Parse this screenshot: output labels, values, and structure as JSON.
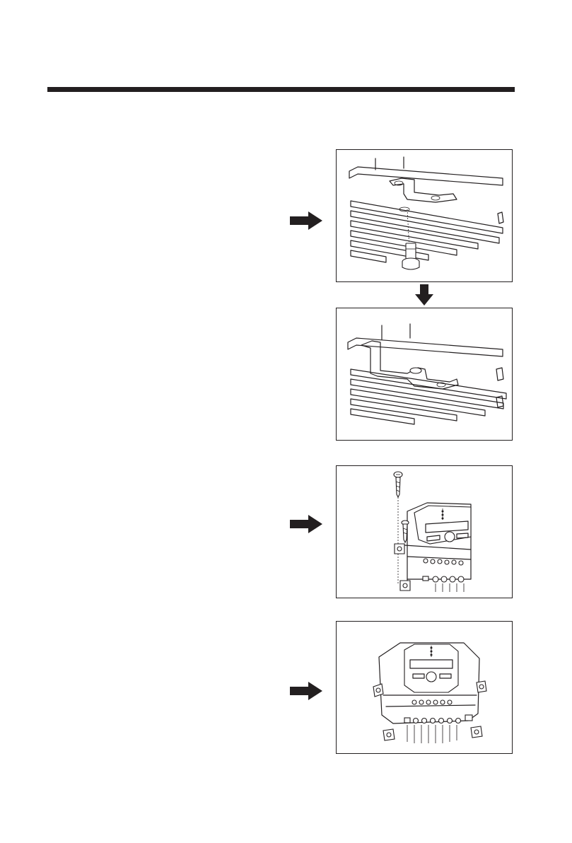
{
  "colors": {
    "ink": "#231f20",
    "background": "#ffffff"
  },
  "steps": [
    {
      "illustration": "screw-into-heatsink-bracket",
      "arrow": "right-arrow-icon"
    },
    {
      "illustration": "bracket-fastened-to-heatsink",
      "arrow": "down-arrow-icon"
    },
    {
      "illustration": "screw-mounting-controller",
      "arrow": "right-arrow-icon"
    },
    {
      "illustration": "controller-mounted",
      "arrow": "right-arrow-icon"
    }
  ]
}
